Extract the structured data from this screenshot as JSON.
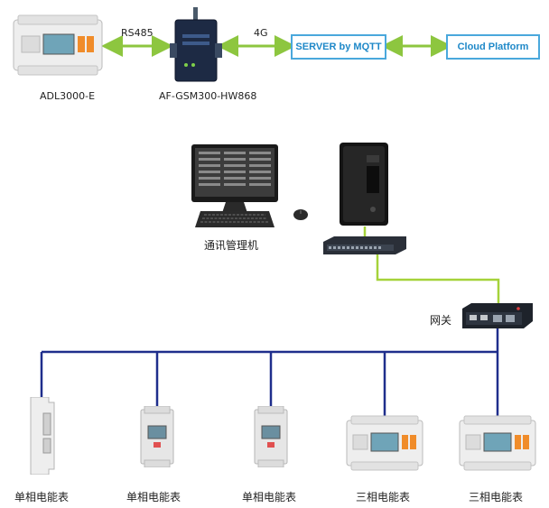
{
  "top_row": {
    "meter_label": "ADL3000-E",
    "gateway_label": "AF-GSM300-HW868",
    "link1_label": "RS485",
    "link2_label": "4G",
    "server_label": "SERVER by MQTT",
    "cloud_label": "Cloud Platform"
  },
  "middle": {
    "pc_label": "通讯管理机",
    "gateway_label": "网关"
  },
  "bottom_meters": [
    {
      "label": "单相电能表",
      "type": "single-phase"
    },
    {
      "label": "单相电能表",
      "type": "single-phase"
    },
    {
      "label": "单相电能表",
      "type": "single-phase"
    },
    {
      "label": "三相电能表",
      "type": "three-phase"
    },
    {
      "label": "三相电能表",
      "type": "three-phase"
    }
  ],
  "colors": {
    "arrow_green": "#8dc63f",
    "bus_blue": "#1f2e8c",
    "link_green": "#a5d23a",
    "box_border": "#4aa8dc",
    "box_text": "#1e88c8"
  }
}
